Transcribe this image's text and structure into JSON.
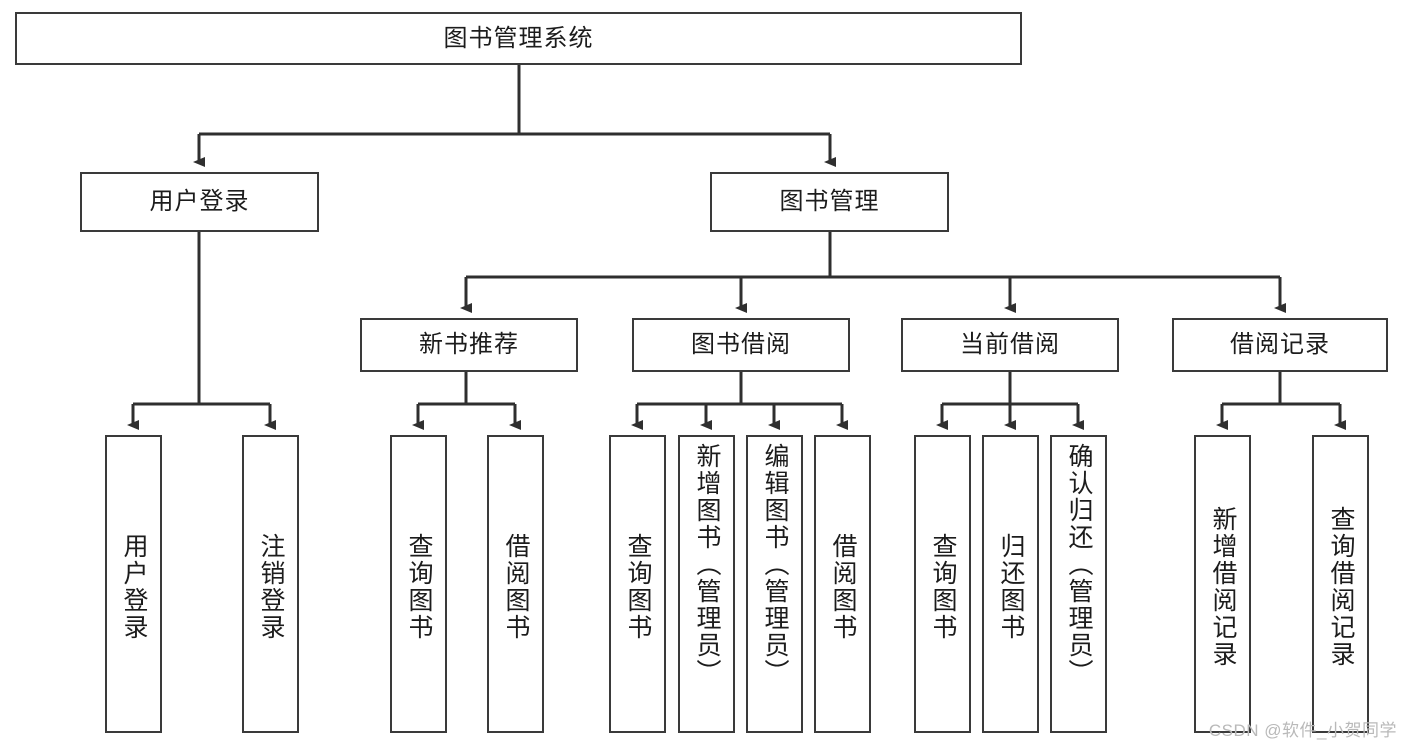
{
  "diagram": {
    "type": "tree",
    "title": "图书管理系统",
    "watermark": "CSDN @软件_小贺同学",
    "colors": {
      "stroke": "#3a3a3a",
      "text": "#1c1c1c",
      "background": "#ffffff",
      "watermark": "#b9b9b9"
    },
    "root": {
      "label": "图书管理系统"
    },
    "level2": [
      {
        "label": "用户登录"
      },
      {
        "label": "图书管理"
      }
    ],
    "level3": [
      {
        "label": "新书推荐"
      },
      {
        "label": "图书借阅"
      },
      {
        "label": "当前借阅"
      },
      {
        "label": "借阅记录"
      }
    ],
    "leaves": {
      "user_login": [
        {
          "label": "用户登录"
        },
        {
          "label": "注销登录"
        }
      ],
      "new_book_recommend": [
        {
          "label": "查询图书"
        },
        {
          "label": "借阅图书"
        }
      ],
      "book_borrow": [
        {
          "label": "查询图书"
        },
        {
          "label": "新增图书（管理员）"
        },
        {
          "label": "编辑图书（管理员）"
        },
        {
          "label": "借阅图书"
        }
      ],
      "current_borrow": [
        {
          "label": "查询图书"
        },
        {
          "label": "归还图书"
        },
        {
          "label": "确认归还（管理员）"
        }
      ],
      "borrow_record": [
        {
          "label": "新增借阅记录"
        },
        {
          "label": "查询借阅记录"
        }
      ]
    }
  }
}
